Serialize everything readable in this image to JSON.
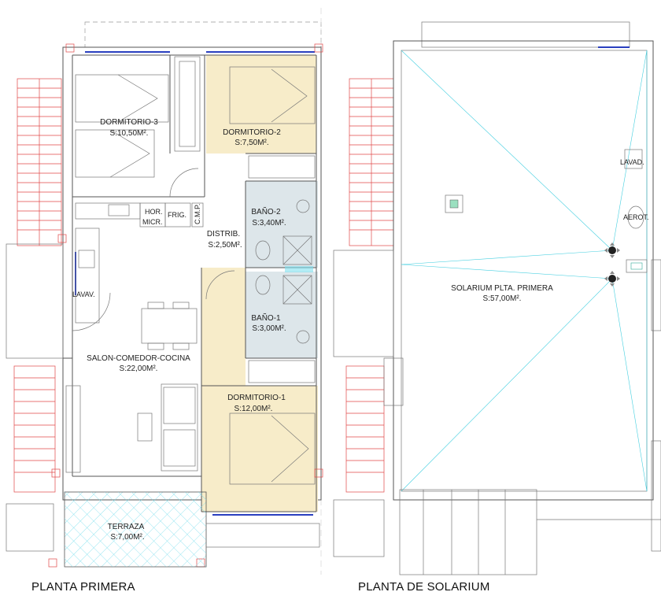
{
  "colors": {
    "bedroom_fill": "#f7ecc9",
    "bath_fill": "#dde6ea",
    "terrace_hatch": "#7fe0ef",
    "window_blue": "#2a3fbf",
    "stair_red": "#e04848",
    "roof_lines_cyan": "#44cfe0"
  },
  "floor_first": {
    "caption": "PLANTA PRIMERA",
    "rooms": {
      "dormitorio3": {
        "name": "DORMITORIO-3",
        "area": "S:10,50M²."
      },
      "dormitorio2": {
        "name": "DORMITORIO-2",
        "area": "S:7,50M²."
      },
      "bano2": {
        "name": "BAÑO-2",
        "area": "S:3,40M²."
      },
      "distrib": {
        "name": "DISTRIB.",
        "area": "S:2,50M²."
      },
      "bano1": {
        "name": "BAÑO-1",
        "area": "S:3,00M²."
      },
      "salon": {
        "name": "SALON-COMEDOR-COCINA",
        "area": "S:22,00M²."
      },
      "dormitorio1": {
        "name": "DORMITORIO-1",
        "area": "S:12,00M²."
      },
      "terraza": {
        "name": "TERRAZA",
        "area": "S:7,00M²."
      }
    },
    "appliances": {
      "hor_micr_1": "HOR.",
      "hor_micr_2": "MICR.",
      "frig": "FRIG.",
      "cmp": "C.M.P.",
      "lavav": "LAVAV."
    }
  },
  "floor_solarium": {
    "caption": "PLANTA DE SOLARIUM",
    "rooms": {
      "solarium": {
        "name": "SOLARIUM PLTA. PRIMERA",
        "area": "S:57,00M²."
      }
    },
    "appliances": {
      "lavad": "LAVAD.",
      "aerot": "AEROT."
    }
  }
}
